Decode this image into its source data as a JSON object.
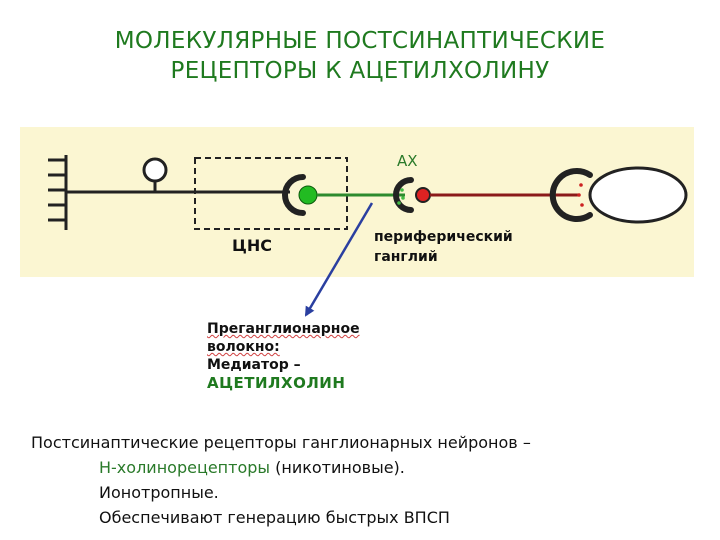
{
  "title": {
    "line1": "МОЛЕКУЛЯРНЫЕ ПОСТСИНАПТИЧЕСКИЕ",
    "line2": "РЕЦЕПТОРЫ К АЦЕТИЛХОЛИНУ"
  },
  "diagram": {
    "ax_label": "АХ",
    "cns_label": "ЦНС",
    "peripheral_label_line1": "периферический",
    "peripheral_label_line2": "ганглий",
    "preganglionic": {
      "line1": "Преганглионарное",
      "line2": "волокно:",
      "line3": "Медиатор –",
      "mediator": "АЦЕТИЛХОЛИН"
    }
  },
  "text": {
    "line1": "Постсинаптические рецепторы ганглионарных нейронов –",
    "receptor_name": "Н-холинорецепторы",
    "line2_rest": " (никотиновые).",
    "line3": "Ионотропные.",
    "line4": "Обеспечивают генерацию быстрых ВПСП"
  },
  "colors": {
    "title": "#1f7a1f",
    "panel_bg": "#fbf6d2",
    "preganglionic_fiber": "#2e8b2e",
    "postganglionic_fiber": "#8b1a1a",
    "pointer_arrow": "#2a3fa0",
    "cns_synapse": "#22bb22",
    "ganglion_synapse": "#dd2222"
  }
}
